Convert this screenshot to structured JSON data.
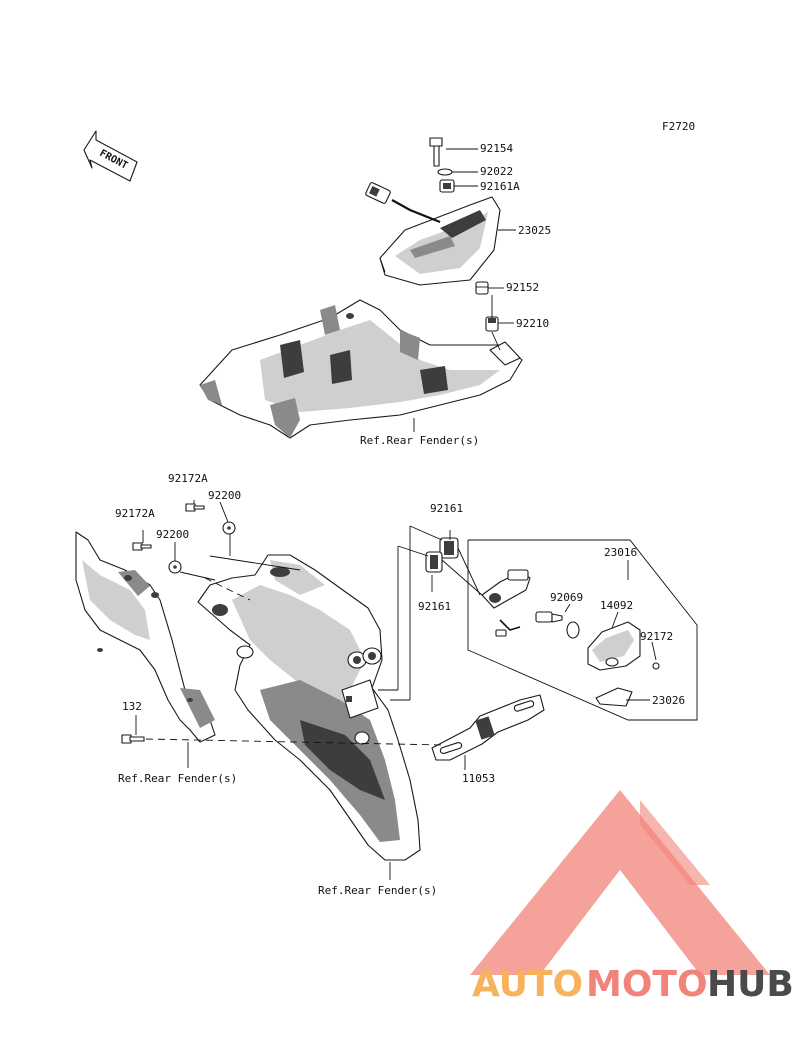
{
  "figure_code": "F2720",
  "front_label": "FRONT",
  "part_labels": {
    "p92154": "92154",
    "p92022": "92022",
    "p92161A": "92161A",
    "p23025": "23025",
    "p92152": "92152",
    "p92210": "92210",
    "p92172A_upper": "92172A",
    "p92200_upper": "92200",
    "p92172A_lower": "92172A",
    "p92200_lower": "92200",
    "p92161_upper": "92161",
    "p92161_lower": "92161",
    "p23016": "23016",
    "p92069": "92069",
    "p14092": "14092",
    "p92172": "92172",
    "p23026": "23026",
    "p132": "132",
    "p11053": "11053"
  },
  "references": {
    "ref_top": "Ref.Rear Fender(s)",
    "ref_left": "Ref.Rear Fender(s)",
    "ref_bottom": "Ref.Rear Fender(s)"
  },
  "watermark": {
    "word_part1": "AUTO",
    "word_part2": "MOTO",
    "word_part3": "HUB",
    "color_primary": "#f2837a",
    "color_secondary": "#f6b25c",
    "color_dark": "#4a4a4a"
  }
}
